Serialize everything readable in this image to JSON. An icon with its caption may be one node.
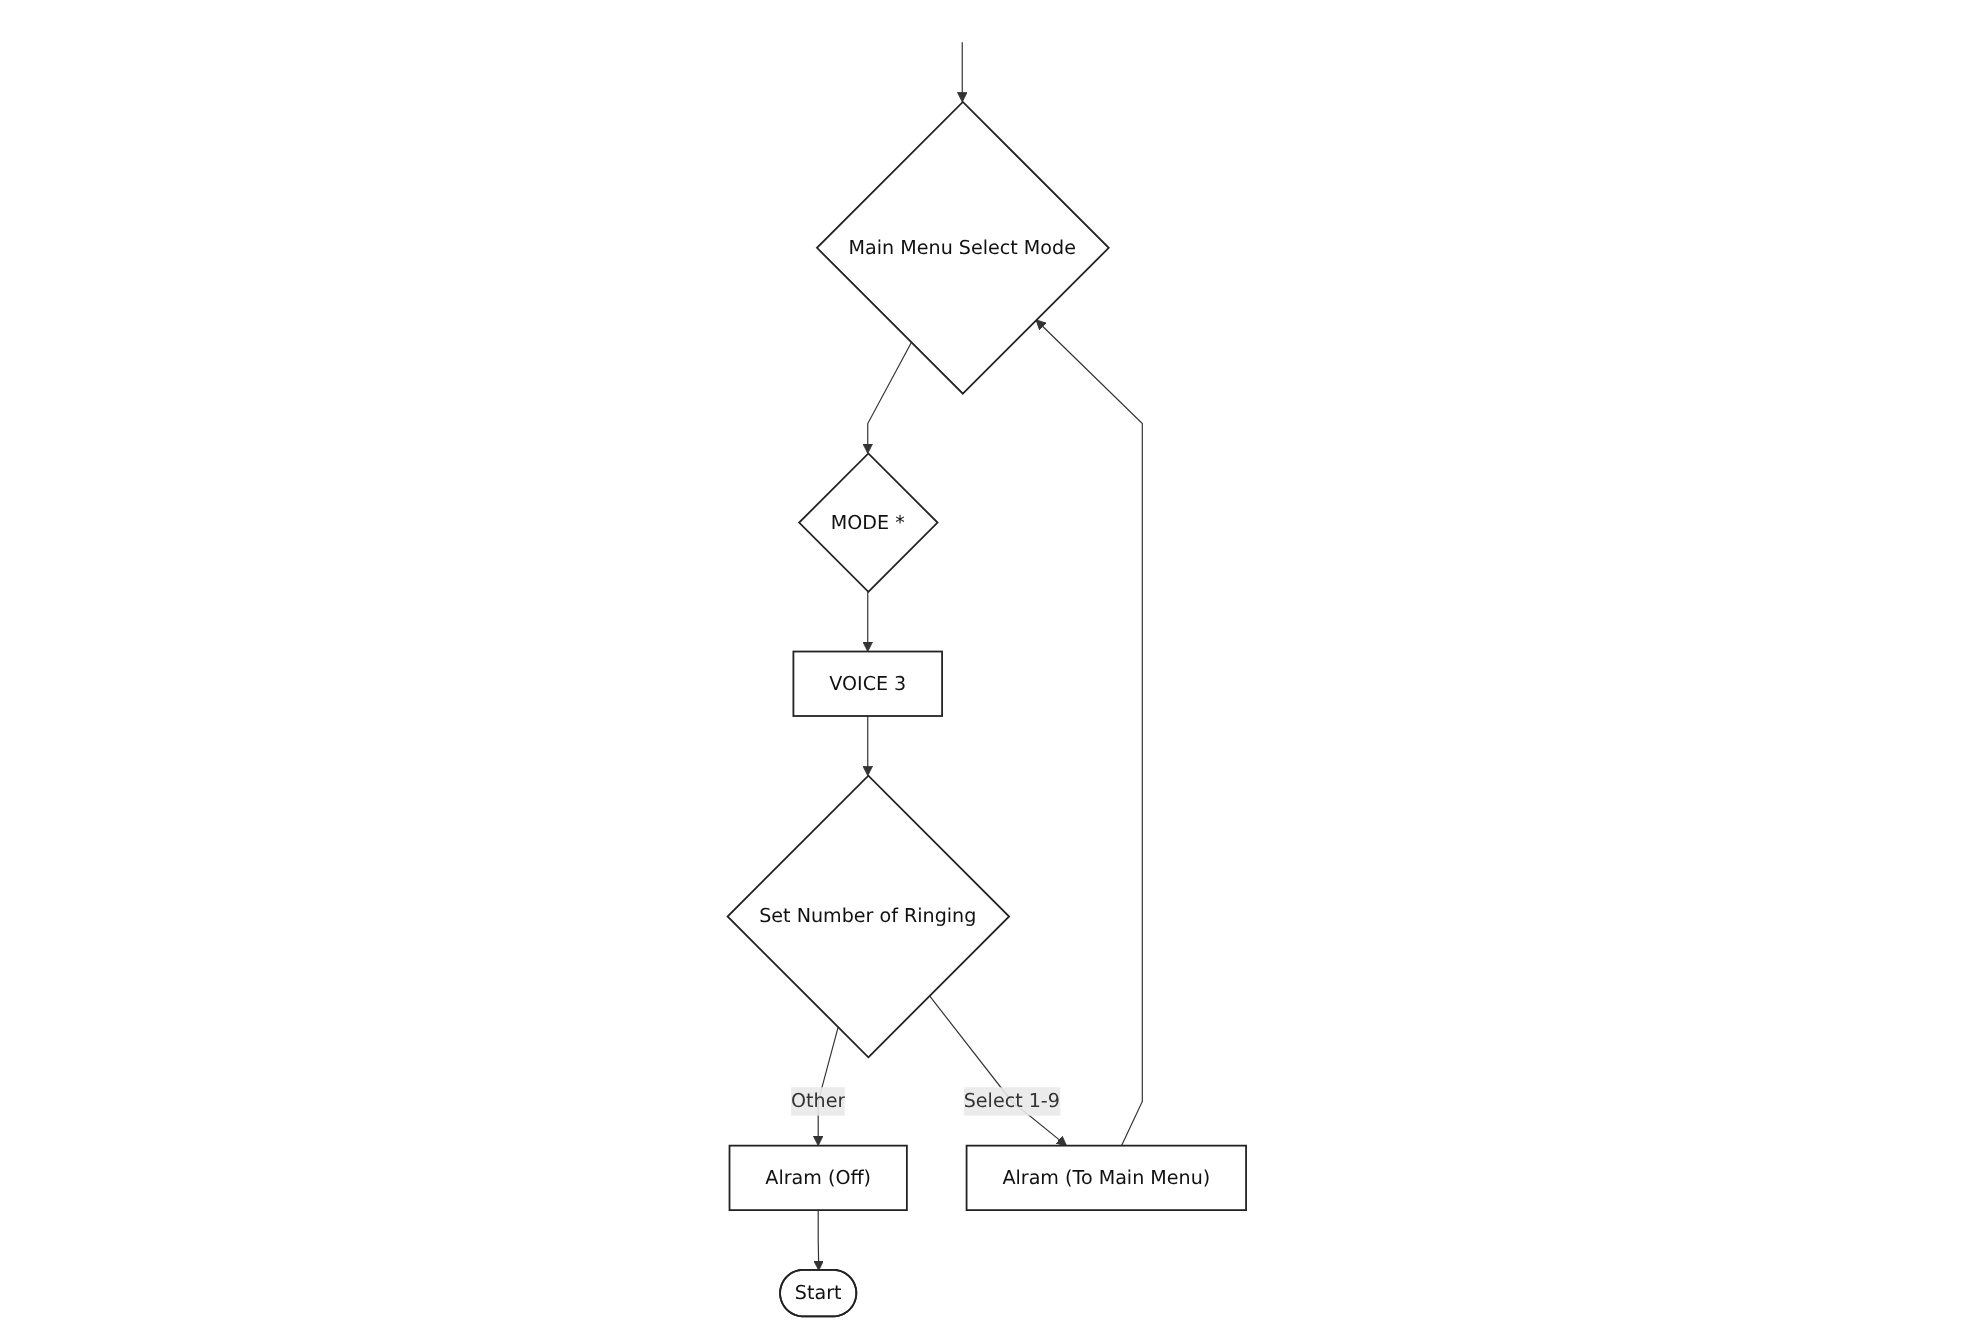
{
  "diagram": {
    "nodes": [
      {
        "text": [
          "Main Menu Select Mode"
        ]
      },
      {
        "text": [
          "MODE *"
        ]
      },
      {
        "text": [
          "VOICE 3"
        ]
      },
      {
        "text": [
          "Set Number of Ringing"
        ]
      },
      {
        "text": [
          "Alram (Off)"
        ]
      },
      {
        "text": [
          "Start"
        ]
      },
      {
        "text": [
          "Alram (To Main Menu)"
        ]
      }
    ],
    "edges": [
      {
        "from": null,
        "to": 0,
        "arrow": "to"
      },
      {
        "from": 0,
        "to": 1,
        "arrow": "to"
      },
      {
        "from": 1,
        "to": 2,
        "arrow": "to"
      },
      {
        "from": 2,
        "to": 3,
        "arrow": "to"
      },
      {
        "from": 3,
        "to": 4,
        "label": "Other",
        "arrow": "to"
      },
      {
        "from": 4,
        "to": 5,
        "arrow": "to"
      },
      {
        "from": 3,
        "to": 6,
        "label": "Select 1-9",
        "arrow": "to"
      },
      {
        "from": 6,
        "to": 0,
        "arrow": "to"
      }
    ]
  }
}
